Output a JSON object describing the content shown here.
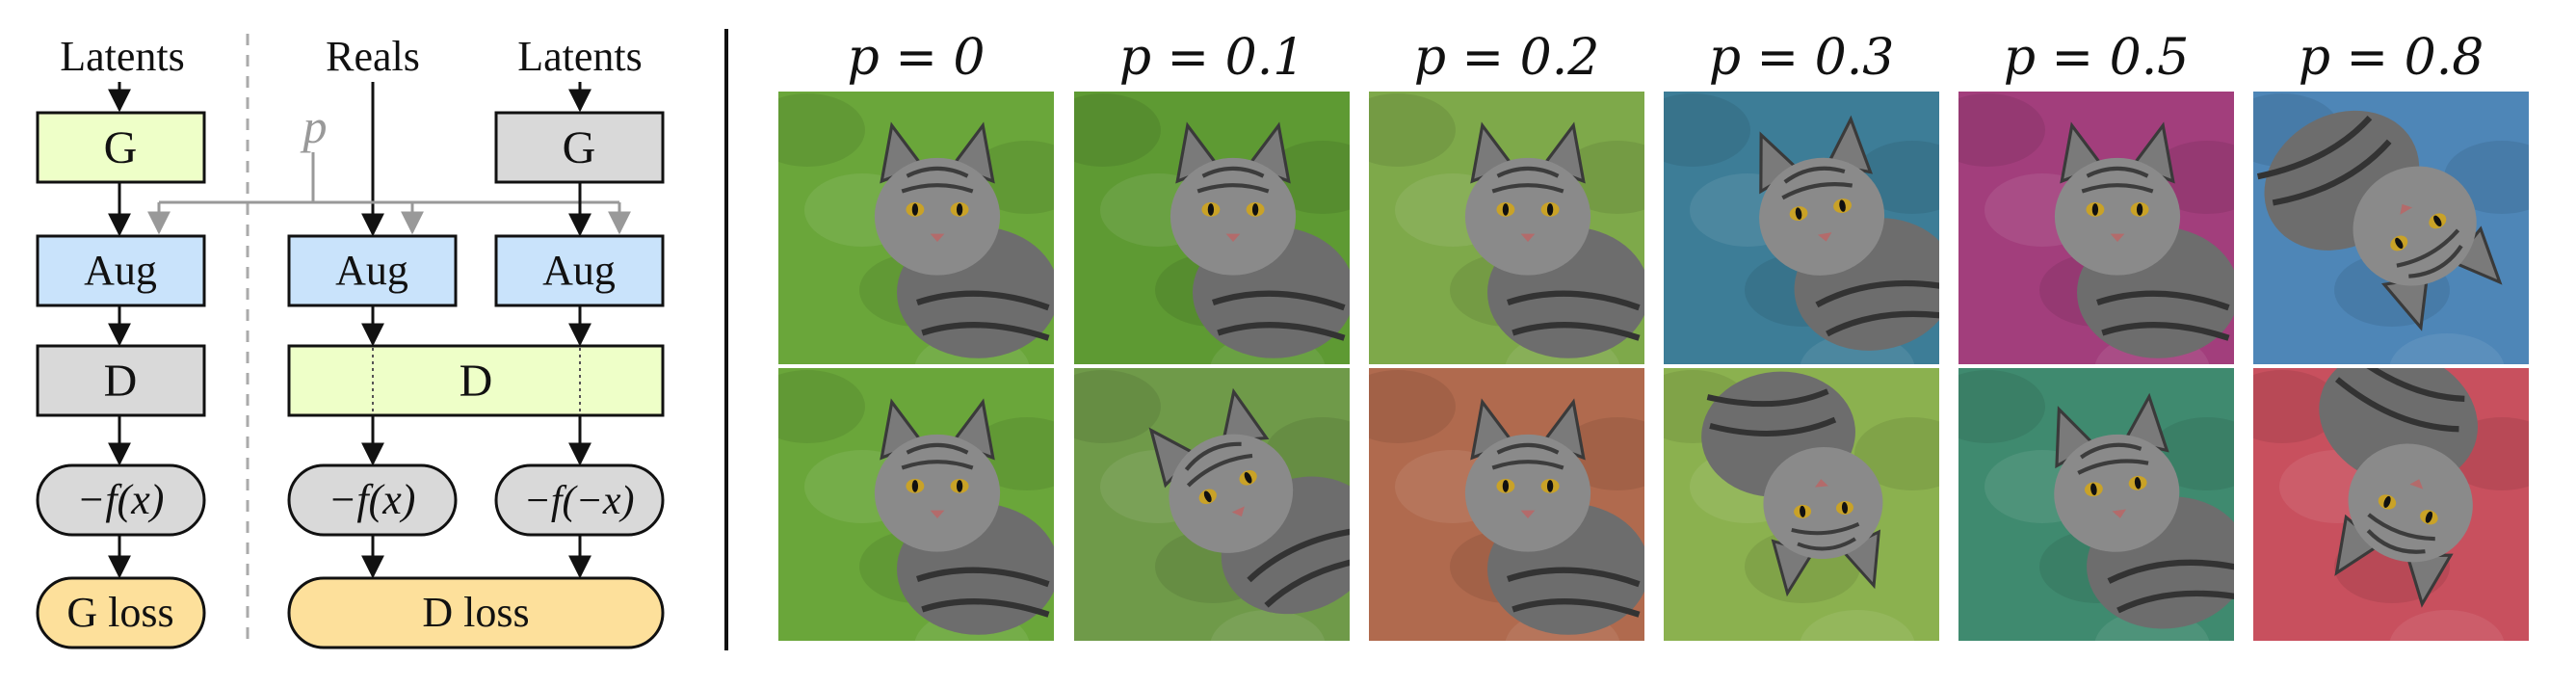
{
  "diagram": {
    "top_labels": {
      "latents_left": "Latents",
      "reals": "Reals",
      "latents_right": "Latents",
      "p_symbol": "p"
    },
    "left_column": {
      "g": "G",
      "aug": "Aug",
      "d": "D",
      "f": "−f(x)",
      "loss": "G loss"
    },
    "right_column": {
      "g": "G",
      "aug_reals": "Aug",
      "aug_fake": "Aug",
      "d": "D",
      "f_real": "−f(x)",
      "f_fake": "−f(−x)",
      "loss": "D loss"
    },
    "colors": {
      "generator": "#eeffc8",
      "augment": "#c9e3fb",
      "discriminator_frozen": "#d9d9d9",
      "discriminator_train": "#eeffc8",
      "loss": "#fde09b",
      "frame": "#111111",
      "p_line": "#999999"
    }
  },
  "gallery": {
    "titles": [
      "p = 0",
      "p = 0.1",
      "p = 0.2",
      "p = 0.3",
      "p = 0.5",
      "p = 0.8"
    ],
    "subject": "tabby-cat",
    "panel_tints": [
      [
        "#6aa63a",
        "#5e9a33",
        "#7ea94a",
        "#3d7d97",
        "#a23e7c",
        "#4e86b7"
      ],
      [
        "#6aa63a",
        "#6f9a49",
        "#b06a4e",
        "#8bb14f",
        "#3f8a6f",
        "#c8505e"
      ]
    ]
  }
}
